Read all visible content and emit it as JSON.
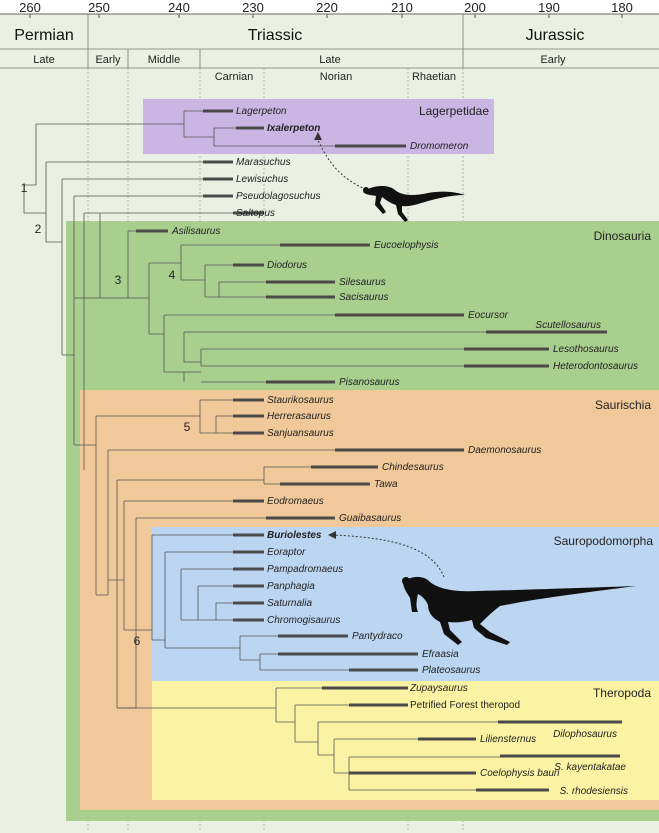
{
  "time_axis": {
    "ticks": [
      "260",
      "250",
      "240",
      "230",
      "220",
      "210",
      "200",
      "190",
      "180"
    ],
    "periods": [
      "Permian",
      "Triassic",
      "Jurassic"
    ],
    "epochs": [
      "Late",
      "Early",
      "Middle",
      "Late",
      "Early"
    ],
    "stages": [
      "Carnian",
      "Norian",
      "Rhaetian"
    ]
  },
  "clades": {
    "lagerpetidae": "Lagerpetidae",
    "dinosauria": "Dinosauria",
    "saurischia": "Saurischia",
    "sauropodomorpha": "Sauropodomorpha",
    "theropoda": "Theropoda"
  },
  "clade_colors": {
    "lagerpetidae": "#c9b6e3",
    "dinosauria": "#a9cf8f",
    "saurischia": "#f1c899",
    "sauropodomorpha": "#bcd6f1",
    "theropoda": "#fbf3a3"
  },
  "nodes": [
    "1",
    "2",
    "3",
    "4",
    "5",
    "6"
  ],
  "taxa": [
    "Lagerpeton",
    "Ixalerpeton",
    "Dromomeron",
    "Marasuchus",
    "Lewisuchus",
    "Pseudolagosuchus",
    "Saltopus",
    "Asilisaurus",
    "Eucoelophysis",
    "Diodorus",
    "Silesaurus",
    "Sacisaurus",
    "Eocursor",
    "Scutellosaurus",
    "Lesothosaurus",
    "Heterodontosaurus",
    "Pisanosaurus",
    "Staurikosaurus",
    "Herrerasaurus",
    "Sanjuansaurus",
    "Daemonosaurus",
    "Chindesaurus",
    "Tawa",
    "Eodromaeus",
    "Guaibasaurus",
    "Buriolestes",
    "Eoraptor",
    "Pampadromaeus",
    "Panphagia",
    "Saturnalia",
    "Chromogisaurus",
    "Pantydraco",
    "Efraasia",
    "Plateosaurus",
    "Zupaysaurus",
    "Petrified Forest theropod",
    "Dilophosaurus",
    "Liliensternus",
    "S. kayentakatae",
    "Coelophysis bauri",
    "S. rhodesiensis"
  ]
}
